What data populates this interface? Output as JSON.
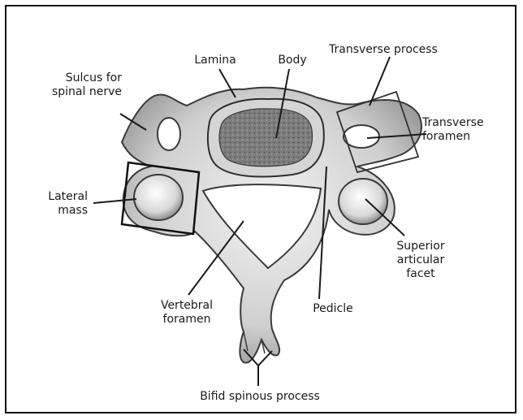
{
  "labels": {
    "sulcus": "Sulcus for\nspinal nerve",
    "lamina": "Lamina",
    "body": "Body",
    "transverse_process": "Transverse process",
    "transverse_foramen": "Transverse\nforamen",
    "lateral_mass": "Lateral\nmass",
    "superior_articular_facet": "Superior\narticular\nfacet",
    "vertebral_foramen": "Vertebral\nforamen",
    "pedicle": "Pedicle",
    "bifid_spinous_process": "Bifid spinous process"
  }
}
